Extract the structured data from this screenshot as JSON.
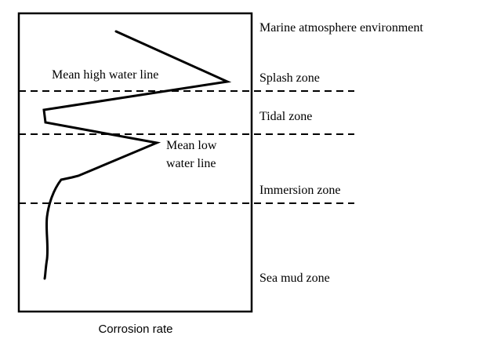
{
  "zones": [
    "Marine atmosphere environment",
    "Splash zone",
    "Tidal zone",
    "Immersion zone",
    "Sea mud zone"
  ],
  "annotations": {
    "mean_high_water_line": "Mean high water line",
    "mean_low_water_line_1": "Mean low",
    "mean_low_water_line_2": "water line"
  },
  "x_axis_label": "Corrosion rate",
  "colors": {
    "line": "#000000",
    "background": "#ffffff"
  }
}
